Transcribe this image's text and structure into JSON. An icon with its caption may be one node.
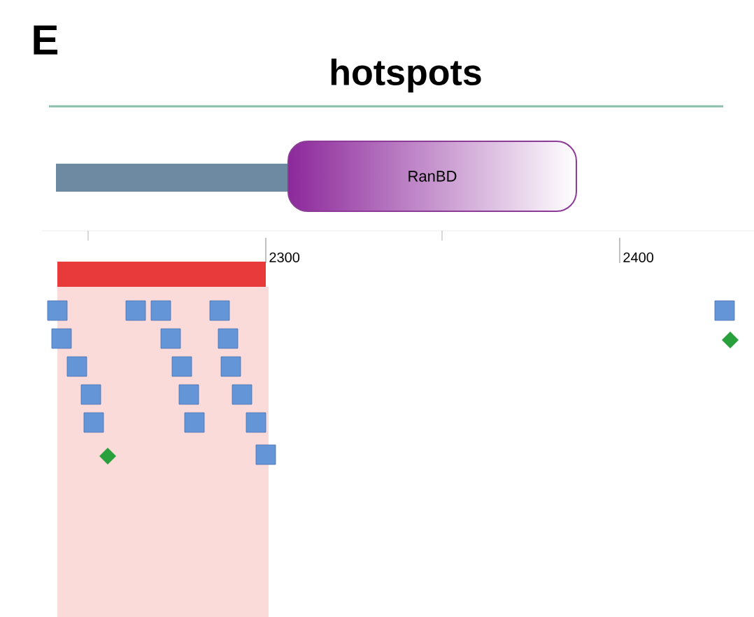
{
  "diagram": {
    "title": "hotspots",
    "nodes": [
      {
        "text": [],
        "shape": "bar"
      },
      {
        "text": [
          "RanBD"
        ]
      },
      {
        "text": [],
        "shape": "bar"
      }
    ],
    "labels": [
      "E",
      "2300",
      "2400"
    ]
  }
}
